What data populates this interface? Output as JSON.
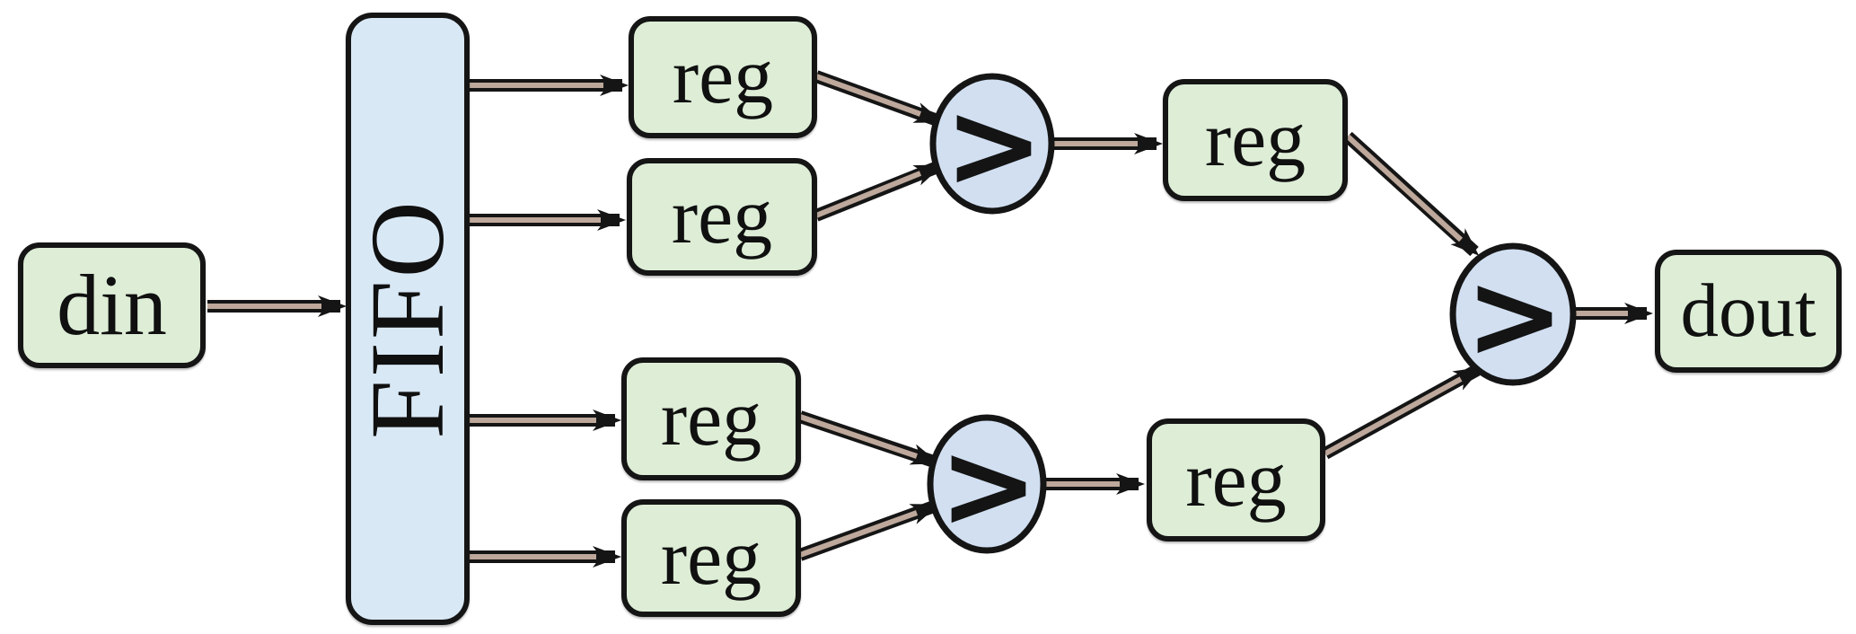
{
  "nodes": {
    "din": {
      "label": "din",
      "type": "input-port"
    },
    "fifo": {
      "label": "FIFO",
      "type": "buffer"
    },
    "reg_top_1": {
      "label": "reg",
      "type": "register"
    },
    "reg_top_2": {
      "label": "reg",
      "type": "register"
    },
    "reg_bottom_1": {
      "label": "reg",
      "type": "register"
    },
    "reg_bottom_2": {
      "label": "reg",
      "type": "register"
    },
    "reg_stage2_top": {
      "label": "reg",
      "type": "register"
    },
    "reg_stage2_bottom": {
      "label": "reg",
      "type": "register"
    },
    "dout": {
      "label": "dout",
      "type": "output-port"
    }
  },
  "comparators": {
    "symbol": ">",
    "count": 3,
    "instances": [
      "comparator-top",
      "comparator-bottom",
      "comparator-final"
    ]
  },
  "edges": [
    {
      "from": "din",
      "to": "fifo"
    },
    {
      "from": "fifo",
      "to": "reg_top_1"
    },
    {
      "from": "fifo",
      "to": "reg_top_2"
    },
    {
      "from": "fifo",
      "to": "reg_bottom_1"
    },
    {
      "from": "fifo",
      "to": "reg_bottom_2"
    },
    {
      "from": "reg_top_1",
      "to": "comparator-top"
    },
    {
      "from": "reg_top_2",
      "to": "comparator-top"
    },
    {
      "from": "comparator-top",
      "to": "reg_stage2_top"
    },
    {
      "from": "reg_bottom_1",
      "to": "comparator-bottom"
    },
    {
      "from": "reg_bottom_2",
      "to": "comparator-bottom"
    },
    {
      "from": "comparator-bottom",
      "to": "reg_stage2_bottom"
    },
    {
      "from": "reg_stage2_top",
      "to": "comparator-final"
    },
    {
      "from": "reg_stage2_bottom",
      "to": "comparator-final"
    },
    {
      "from": "comparator-final",
      "to": "dout"
    }
  ],
  "colors": {
    "background": "#ffffff",
    "node_fill_green": "#ddedd6",
    "fifo_fill_blue": "#d9e8f5",
    "comparator_fill_blue": "#d1dff1",
    "outline_black": "#151515",
    "arrow_core_tan": "#bda89b"
  }
}
